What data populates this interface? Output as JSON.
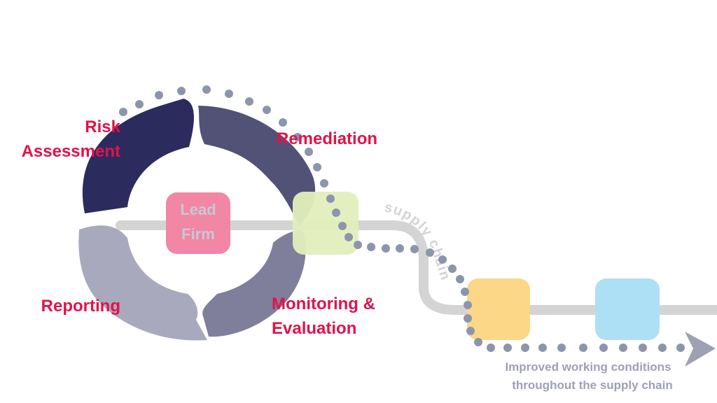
{
  "diagram": {
    "cycle_labels": {
      "risk_line1": "Risk",
      "risk_line2": "Assessment",
      "remediation": "Remediation",
      "monitoring_line1": "Monitoring &",
      "monitoring_line2": "Evaluation",
      "reporting": "Reporting"
    },
    "center_box": {
      "line1": "Lead",
      "line2": "Firm"
    },
    "path_label": "supply chain",
    "outcome_line1": "Improved working conditions",
    "outcome_line2": "throughout the supply chain"
  },
  "colors": {
    "label_red": "#e0134a",
    "segment_risk": "#2b2b5e",
    "segment_remediation": "#525277",
    "segment_monitoring": "#7f7f9b",
    "segment_reporting": "#a8a9bd",
    "center_box": "#f286a5",
    "center_text": "#c8c8d4",
    "node_green": "#e3eebd",
    "node_orange": "#fcd788",
    "node_blue": "#addff5",
    "path_gray": "#d4d4d4",
    "dots": "#8d95ad",
    "arrowhead": "#9ea0b4",
    "outcome_text": "#9ea0b4"
  }
}
